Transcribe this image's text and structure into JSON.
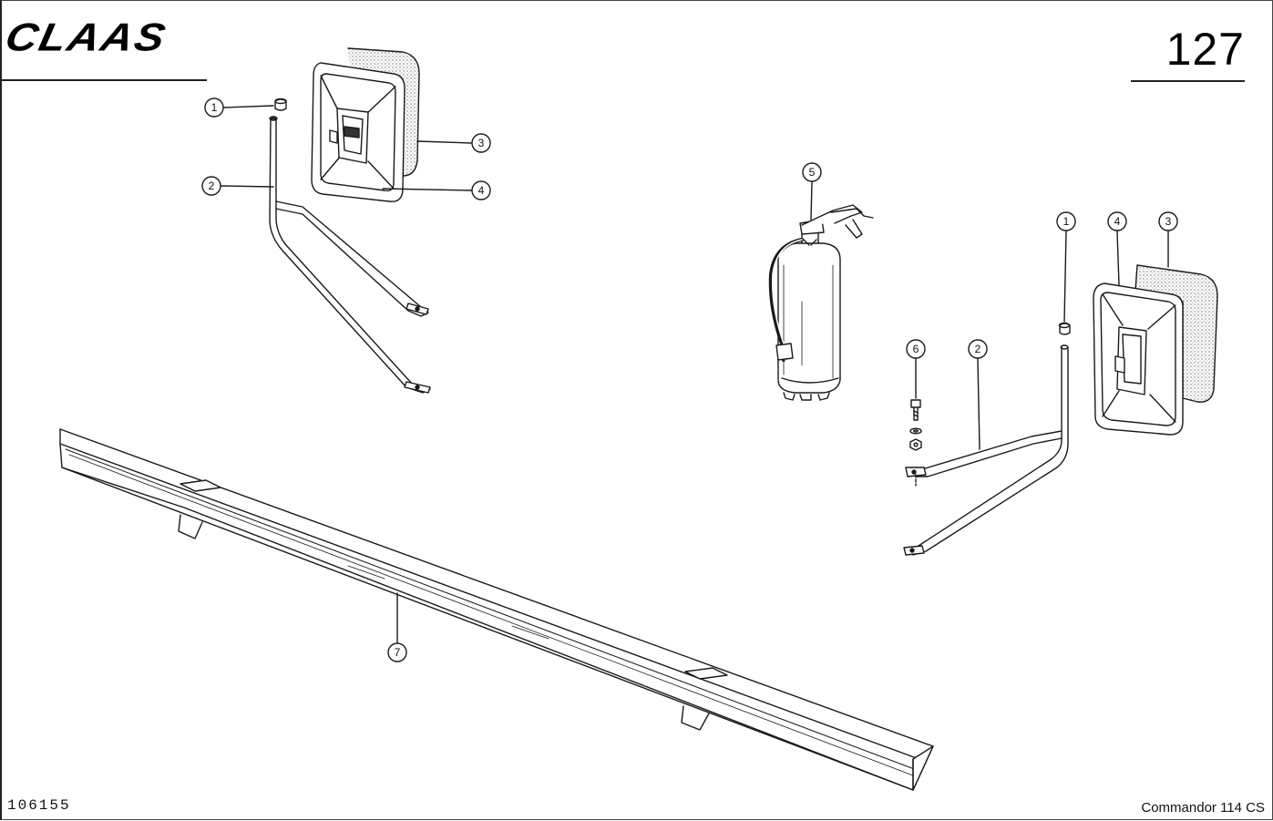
{
  "header": {
    "brand": "CLAAS",
    "page_number": "127"
  },
  "footer": {
    "document_id": "106155",
    "model": "Commandor 114 CS"
  },
  "callouts": {
    "left_1": "1",
    "left_2": "2",
    "left_3": "3",
    "left_4": "4",
    "center_5": "5",
    "right_1": "1",
    "right_4": "4",
    "right_3": "3",
    "right_6": "6",
    "right_2": "2",
    "bottom_7": "7"
  },
  "colors": {
    "line": "#1a1a1a",
    "hatch": "#bdbdbd"
  }
}
